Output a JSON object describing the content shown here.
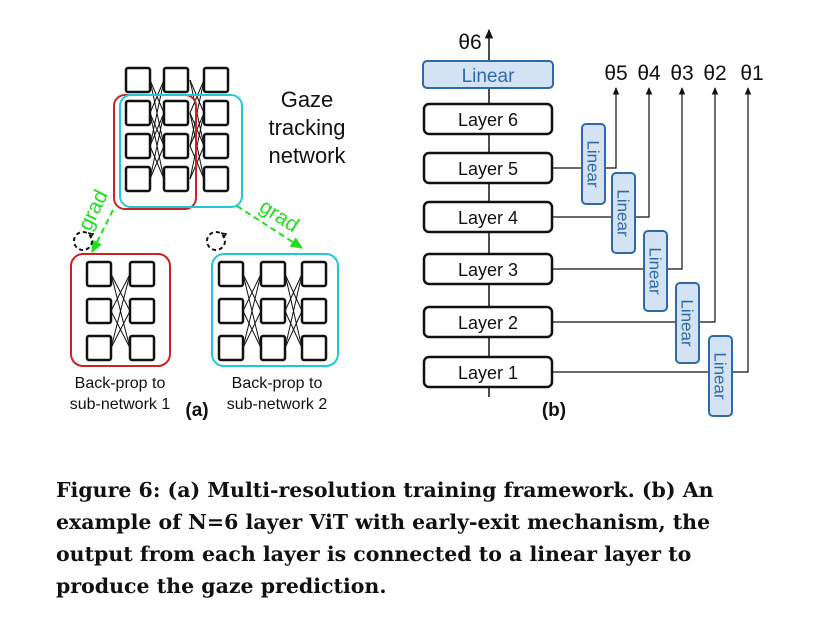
{
  "panel_a": {
    "label": "(a)",
    "network_title": [
      "Gaze",
      "tracking",
      "network"
    ],
    "grad_label": "grad",
    "sub1_caption": [
      "Back-prop to",
      "sub-network 1"
    ],
    "sub2_caption": [
      "Back-prop to",
      "sub-network 2"
    ],
    "colors": {
      "grad": "#22dd22",
      "sub1": "#cc2222",
      "sub2": "#22c8d8"
    }
  },
  "panel_b": {
    "label": "(b)",
    "top_linear": "Linear",
    "layers": [
      "Layer 6",
      "Layer 5",
      "Layer 4",
      "Layer 3",
      "Layer 2",
      "Layer 1"
    ],
    "exit_linear_label": "Linear",
    "theta_top": "θ6",
    "thetas": [
      "θ5",
      "θ4",
      "θ3",
      "θ2",
      "θ1"
    ],
    "colors": {
      "linear_border": "#2f6aa8",
      "linear_fill": "#d3e3f4",
      "linear_text": "#2f6aa8"
    }
  },
  "caption": "Figure 6: (a) Multi-resolution training framework. (b) An example of N=6 layer ViT with early-exit mechanism, the output from each layer is connected to a linear layer to produce the gaze prediction."
}
